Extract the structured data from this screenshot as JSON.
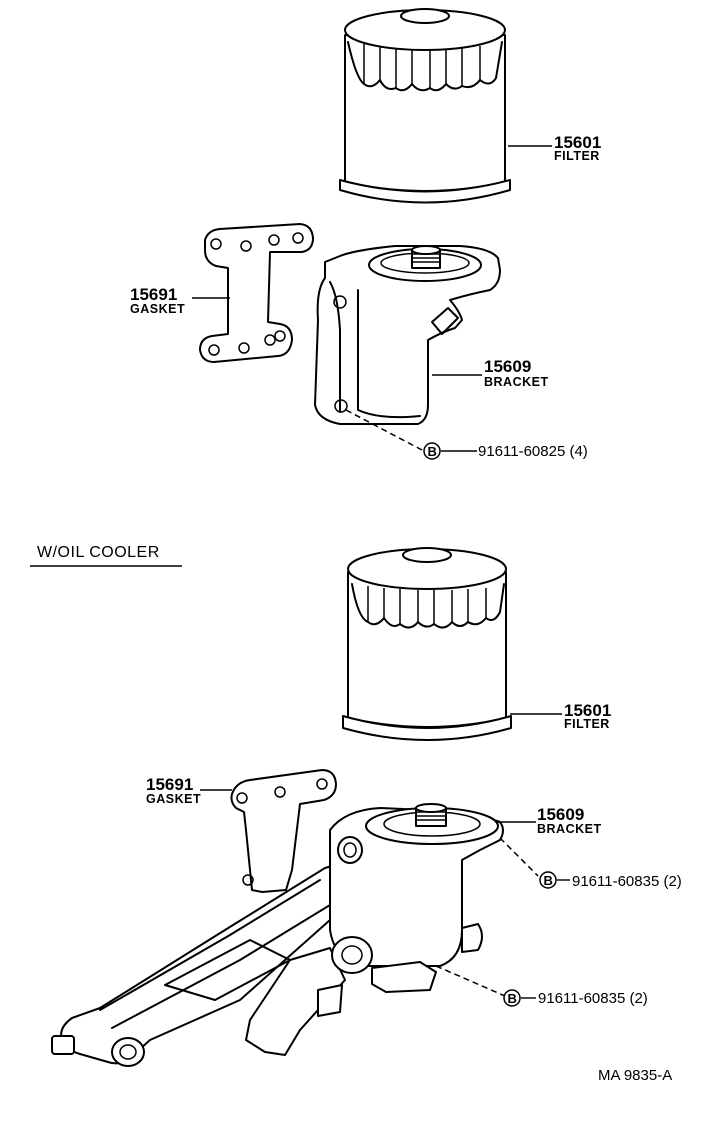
{
  "top": {
    "filter": {
      "number": "15601",
      "name": "FILTER"
    },
    "gasket": {
      "number": "15691",
      "name": "GASKET"
    },
    "bracket": {
      "number": "15609",
      "name": "BRACKET"
    },
    "bolt": {
      "symbol": "B",
      "part": "91611-60825 (4)"
    }
  },
  "section_title": "W/OIL  COOLER",
  "bottom": {
    "filter": {
      "number": "15601",
      "name": "FILTER"
    },
    "gasket": {
      "number": "15691",
      "name": "GASKET"
    },
    "bracket": {
      "number": "15609",
      "name": "BRACKET"
    },
    "bolt_upper": {
      "symbol": "B",
      "part": "91611-60835 (2)"
    },
    "bolt_lower": {
      "symbol": "B",
      "part": "91611-60835 (2)"
    }
  },
  "drawing_ref": "MA  9835-A"
}
